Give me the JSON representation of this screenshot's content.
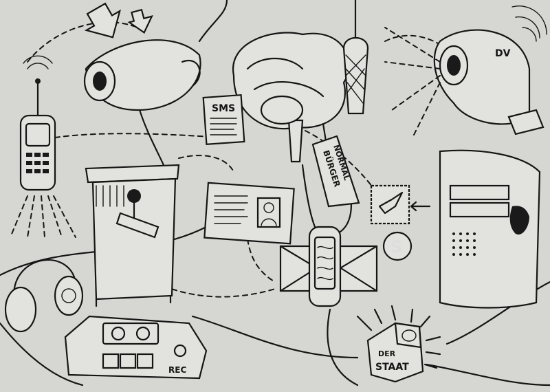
{
  "labels": {
    "sms": "SMS",
    "tag_line1": "NORMAL",
    "tag_line2": "BÜRGER",
    "camcorder": "DV",
    "recorder": "REC",
    "state_line1": "DER",
    "state_line2": "STAAT"
  },
  "colors": {
    "paper": "#d6d6d2",
    "ink": "#151515"
  }
}
